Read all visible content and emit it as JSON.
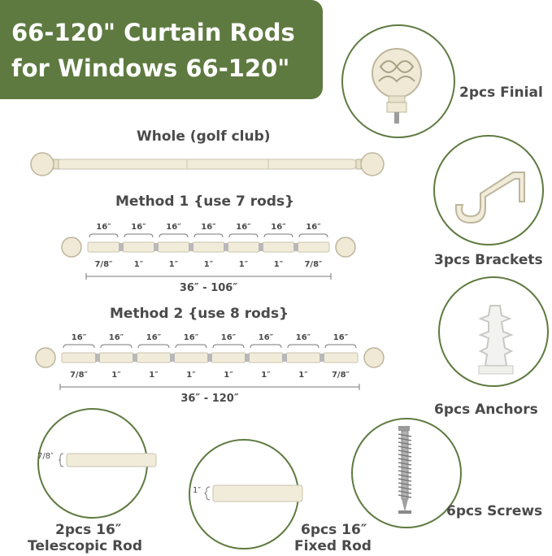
{
  "banner": {
    "line1": "66-120\" Curtain Rods",
    "line2": "for Windows 66-120\""
  },
  "whole": {
    "title": "Whole (golf club)"
  },
  "method1": {
    "title": "Method 1 {use 7 rods}",
    "top_labels": [
      "16″",
      "16″",
      "16″",
      "16″",
      "16″",
      "16″",
      "16″"
    ],
    "bottom_labels": [
      "7/8″",
      "1″",
      "1″",
      "1″",
      "1″",
      "1″",
      "7/8″"
    ],
    "range": "36″ - 106″"
  },
  "method2": {
    "title": "Method 2 {use 8 rods}",
    "top_labels": [
      "16″",
      "16″",
      "16″",
      "16″",
      "16″",
      "16″",
      "16″",
      "16″"
    ],
    "bottom_labels": [
      "7/8″",
      "1″",
      "1″",
      "1″",
      "1″",
      "1″",
      "1″",
      "7/8″"
    ],
    "range": "36″ - 120″"
  },
  "parts": {
    "finial": "2pcs Finial",
    "brackets": "3pcs Brackets",
    "anchors": "6pcs Anchors",
    "screws": "6pcs Screws",
    "telescopic_line1": "2pcs 16″",
    "telescopic_line2": "Telescopic Rod",
    "telescopic_dim": "7/8″",
    "fixed_line1": "6pcs 16″",
    "fixed_line2": "Fixed Rod",
    "fixed_dim": "1″"
  },
  "colors": {
    "accent": "#5e7a40",
    "rod": "#f1ecda",
    "rod_edge": "#c9c3ae",
    "text": "#4a4a4a",
    "metal": "#b8b8b8"
  }
}
